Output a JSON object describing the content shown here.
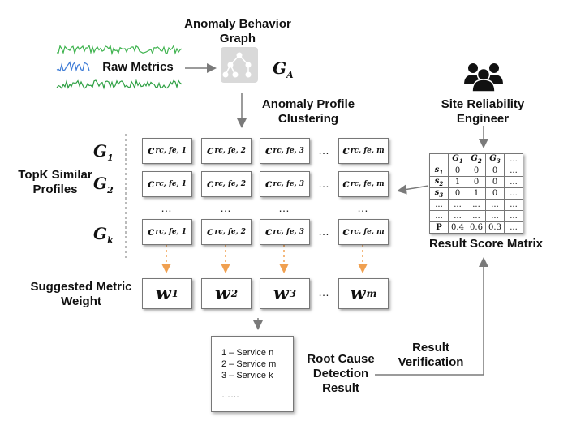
{
  "raw_metrics": {
    "label": "Raw Metrics"
  },
  "anomaly_graph": {
    "title": "Anomaly Behavior Graph",
    "symbol": "G",
    "symbol_sub": "A"
  },
  "clustering": {
    "label": "Anomaly Profile Clustering"
  },
  "topk": {
    "label": "TopK Similar Profiles"
  },
  "profile_rows": [
    {
      "symbol": "G",
      "sub": "1"
    },
    {
      "symbol": "G",
      "sub": "2"
    },
    {
      "symbol": "",
      "sub": ""
    },
    {
      "symbol": "G",
      "sub": "k"
    }
  ],
  "cell": {
    "symbol": "c",
    "sub_prefix": "rc, fe, ",
    "cols": [
      "1",
      "2",
      "3",
      "m"
    ]
  },
  "ellipsis": "…",
  "ellipsis_small": "...",
  "weights": {
    "label": "Suggested Metric Weight",
    "symbol": "w",
    "subs": [
      "1",
      "2",
      "3",
      "m"
    ]
  },
  "result_list": [
    "1 – Service n",
    "2 – Service m",
    "3 – Service k",
    "……"
  ],
  "root_cause": {
    "label": "Root Cause Detection Result"
  },
  "verification": {
    "label": "Result Verification"
  },
  "sre": {
    "label": "Site Reliability Engineer"
  },
  "matrix": {
    "label": "Result Score Matrix",
    "header": [
      "",
      "G1",
      "G2",
      "G3",
      "..."
    ],
    "rows": [
      [
        "s1",
        "0",
        "0",
        "0",
        "..."
      ],
      [
        "s2",
        "1",
        "0",
        "0",
        "..."
      ],
      [
        "s3",
        "0",
        "1",
        "0",
        "..."
      ],
      [
        "...",
        "...",
        "...",
        "...",
        "..."
      ],
      [
        "...",
        "...",
        "...",
        "...",
        "..."
      ],
      [
        "P",
        "0.4",
        "0.6",
        "0.3",
        "..."
      ]
    ]
  },
  "colors": {
    "arrow": "#7a7a7a",
    "dashed_arrow": "#f0a050",
    "wave_green": "#3fb34f",
    "wave_blue": "#3d7bd6"
  }
}
